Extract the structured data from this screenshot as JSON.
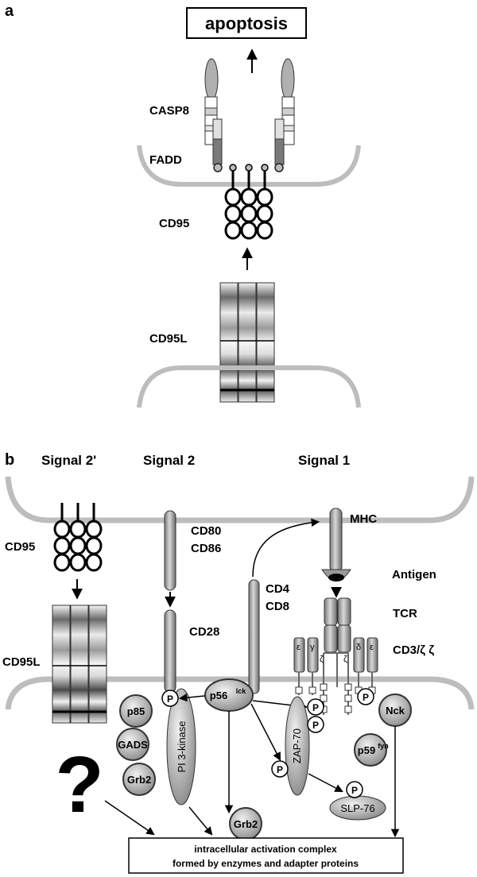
{
  "panel_a": {
    "label": "a",
    "title": "apoptosis",
    "casp8": "CASP8",
    "fadd": "FADD",
    "cd95": "CD95",
    "cd95l": "CD95L"
  },
  "panel_b": {
    "label": "b",
    "signal2p": "Signal 2'",
    "signal2": "Signal 2",
    "signal1": "Signal 1",
    "cd95": "CD95",
    "cd95l": "CD95L",
    "cd80": "CD80",
    "cd86": "CD86",
    "cd28": "CD28",
    "cd4": "CD4",
    "cd8": "CD8",
    "mhc": "MHC",
    "antigen": "Antigen",
    "tcr": "TCR",
    "cd3": "CD3/ζ ζ",
    "eps": "ε",
    "gam": "γ",
    "zeta": "ζ",
    "delta": "δ",
    "p": "P",
    "p85": "p85",
    "gads": "GADS",
    "grb2": "Grb2",
    "pi3k": "PI 3-kinase",
    "p56": "p56",
    "p56_sup": "lck",
    "zap70": "ZAP-70",
    "p59": "p59",
    "p59_sup": "fyn",
    "nck": "Nck",
    "slp76": "SLP-76",
    "question": "?",
    "complex_line1": "intracellular activation complex",
    "complex_line2": "formed by enzymes and adapter proteins"
  }
}
